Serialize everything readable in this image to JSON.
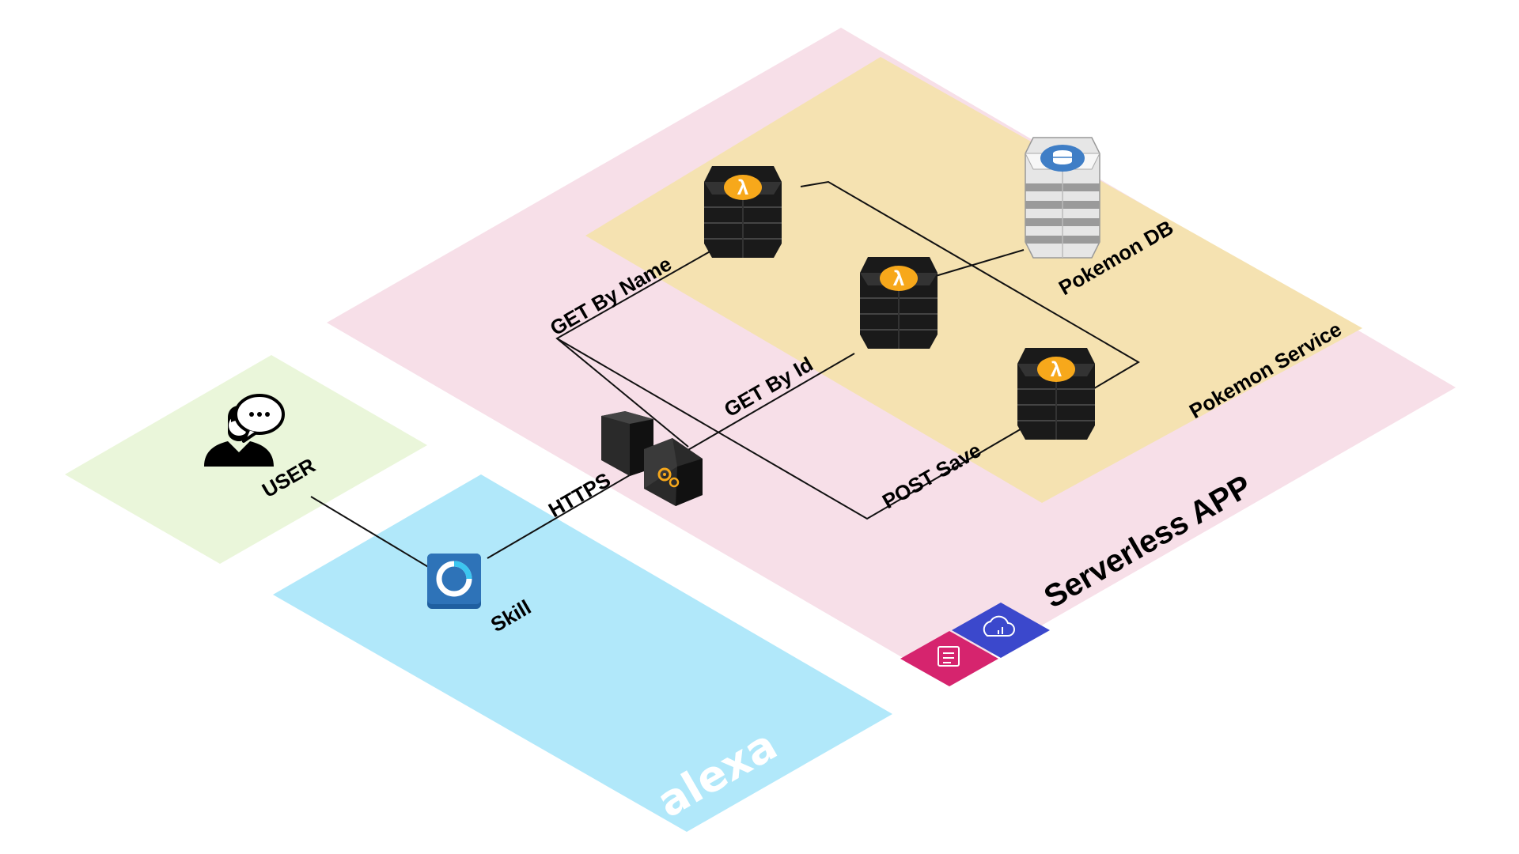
{
  "zones": {
    "serverless": {
      "label": "Serverless APP",
      "color": "#f7dfe8"
    },
    "service": {
      "label": "Pokemon Service",
      "color": "#f5e2b1"
    },
    "user": {
      "label": "USER",
      "color": "#eaf6da"
    },
    "alexa": {
      "label": "alexa",
      "color": "#b1e8fa"
    }
  },
  "nodes": {
    "skill": {
      "label": "Skill",
      "icon": "alexa-skill-icon"
    },
    "api_gateway": {
      "icon": "api-gateway-icon"
    },
    "lambda_get_by_name": {
      "icon": "lambda-icon"
    },
    "lambda_get_by_id": {
      "icon": "lambda-icon"
    },
    "lambda_post_save": {
      "icon": "lambda-icon"
    },
    "database": {
      "label": "Pokemon DB",
      "icon": "dynamodb-icon"
    },
    "user": {
      "icon": "user-chat-icon"
    }
  },
  "edges": {
    "https": {
      "label": "HTTPS"
    },
    "get_by_name": {
      "label": "GET By Name"
    },
    "get_by_id": {
      "label": "GET By Id"
    },
    "post_save": {
      "label": "POST Save"
    }
  },
  "badges": [
    {
      "icon": "cloudformation-icon",
      "color": "#d6246e"
    },
    {
      "icon": "cloud-monitor-icon",
      "color": "#3b48cc"
    }
  ],
  "colors": {
    "lambda": "#f7a81b",
    "dynamodb": "#3f7ec6",
    "skill": "#2e73b8"
  }
}
